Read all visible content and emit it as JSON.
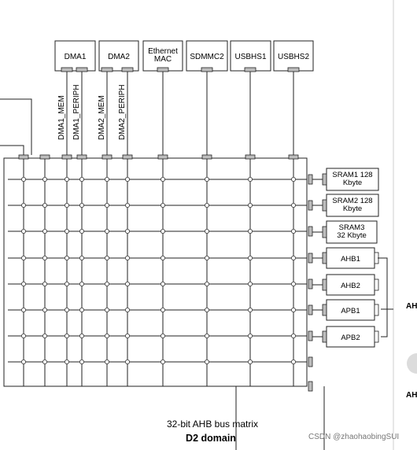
{
  "masters": [
    {
      "id": "dma1",
      "lines": [
        "DMA1"
      ]
    },
    {
      "id": "dma2",
      "lines": [
        "DMA2"
      ]
    },
    {
      "id": "eth",
      "lines": [
        "Ethernet",
        "MAC"
      ]
    },
    {
      "id": "sdmmc2",
      "lines": [
        "SDMMC2"
      ]
    },
    {
      "id": "usbhs1",
      "lines": [
        "USBHS1"
      ]
    },
    {
      "id": "usbhs2",
      "lines": [
        "USBHS2"
      ]
    }
  ],
  "port_labels": [
    "DMA1_MEM",
    "DMA1_PERIPH",
    "DMA2_MEM",
    "DMA2_PERIPH"
  ],
  "slaves": [
    {
      "id": "sram1",
      "lines": [
        "SRAM1 128",
        "Kbyte"
      ]
    },
    {
      "id": "sram2",
      "lines": [
        "SRAM2 128",
        "Kbyte"
      ]
    },
    {
      "id": "sram3",
      "lines": [
        "SRAM3",
        "32 Kbyte"
      ]
    },
    {
      "id": "ahb1",
      "lines": [
        "AHB1"
      ]
    },
    {
      "id": "ahb2",
      "lines": [
        "AHB2"
      ]
    },
    {
      "id": "apb1",
      "lines": [
        "APB1"
      ]
    },
    {
      "id": "apb2",
      "lines": [
        "APB2"
      ]
    }
  ],
  "matrix_title": "32-bit AHB bus matrix",
  "domain_title": "D2 domain",
  "edge_labels": [
    "AH",
    "AH"
  ],
  "watermark": "CSDN @zhaohaobingSUI"
}
